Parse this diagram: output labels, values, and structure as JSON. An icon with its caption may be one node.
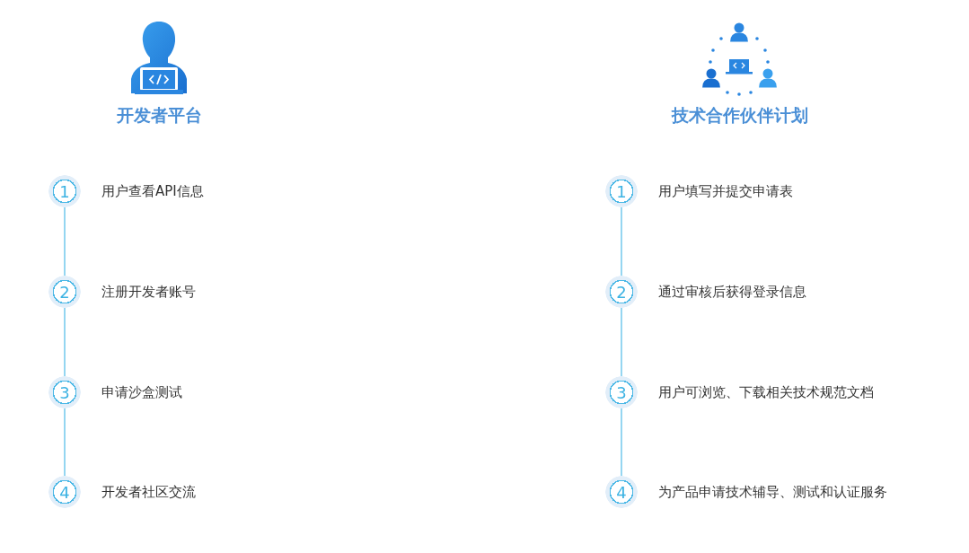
{
  "diagram": {
    "nodes": [
      {
        "text": [
          "1"
        ],
        "beside": [
          "用户查看API信息"
        ]
      },
      {
        "text": [
          "2"
        ],
        "beside": [
          "注册开发者账号"
        ]
      },
      {
        "text": [
          "3"
        ],
        "beside": [
          "申请沙盒测试"
        ]
      },
      {
        "text": [
          "4"
        ],
        "beside": [
          "开发者社区交流"
        ]
      },
      {
        "text": [
          "1"
        ],
        "beside": [
          "用户填写并提交申请表"
        ]
      },
      {
        "text": [
          "2"
        ],
        "beside": [
          "通过审核后获得登录信息"
        ]
      },
      {
        "text": [
          "3"
        ],
        "beside": [
          "用户可浏览、下载相关技术规范文档"
        ]
      },
      {
        "text": [
          "4"
        ],
        "beside": [
          "为产品申请技术辅导、测试和认证服务"
        ]
      }
    ],
    "edges": [
      {
        "from": 0,
        "to": 1,
        "arrow": "none"
      },
      {
        "from": 1,
        "to": 2,
        "arrow": "none"
      },
      {
        "from": 2,
        "to": 3,
        "arrow": "none"
      },
      {
        "from": 4,
        "to": 5,
        "arrow": "none"
      },
      {
        "from": 5,
        "to": 6,
        "arrow": "none"
      },
      {
        "from": 6,
        "to": 7,
        "arrow": "none"
      }
    ],
    "labels": [
      "开发者平台",
      "技术合作伙伴计划"
    ]
  }
}
